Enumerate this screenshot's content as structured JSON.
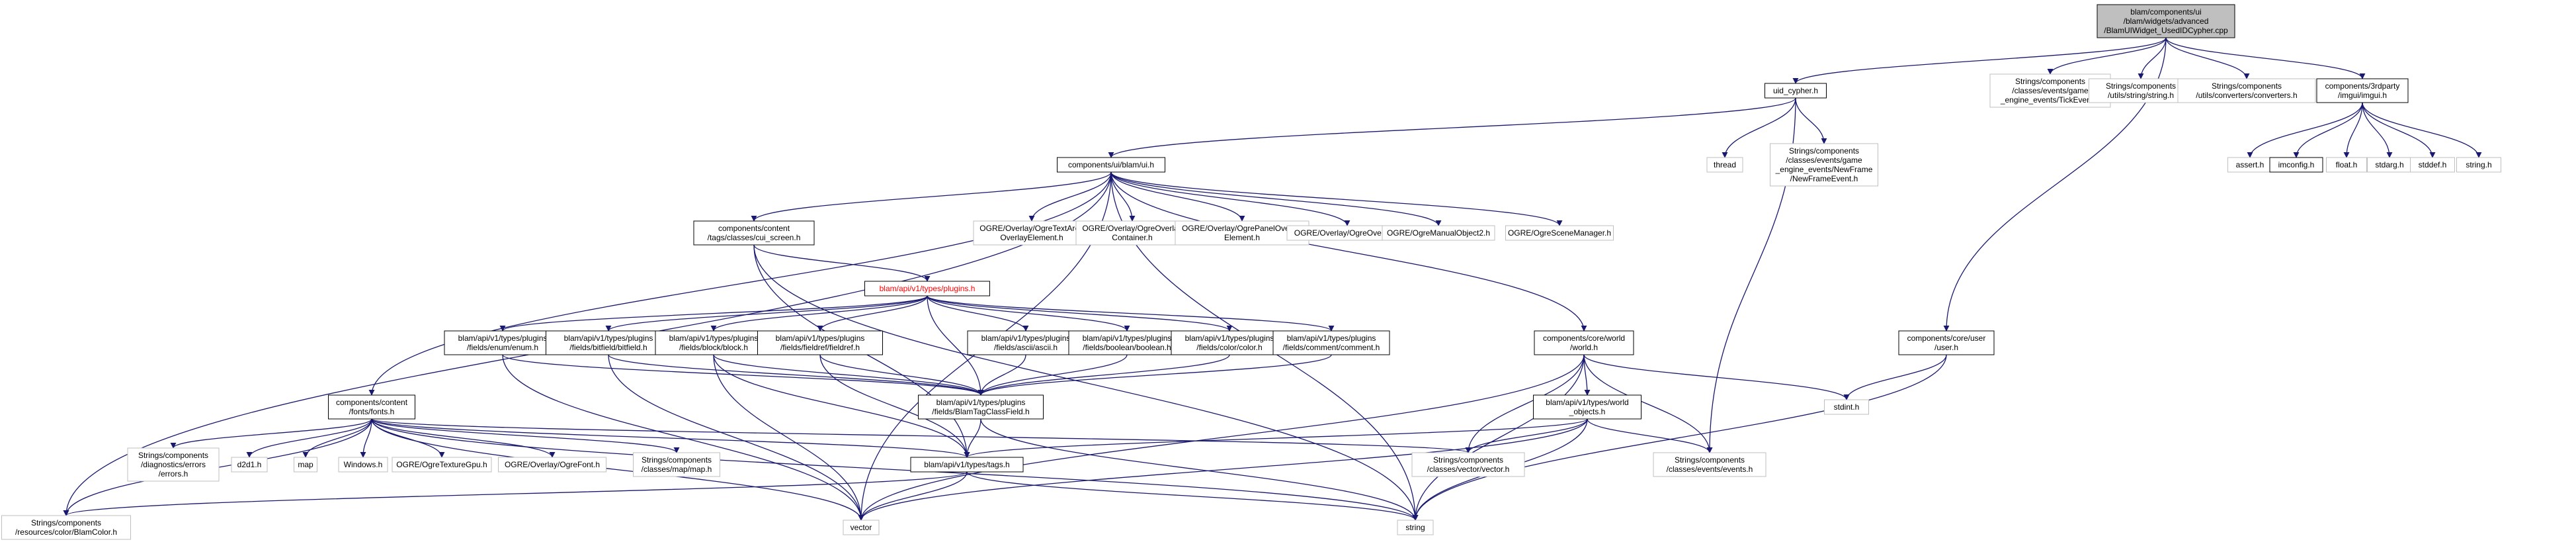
{
  "colors": {
    "edge": "#191970",
    "root_fill": "#bfbfbf",
    "node_border": "#000000",
    "external_border": "#bfbfbf",
    "incomplete_text": "#ff0000"
  },
  "nodes": [
    {
      "id": "root",
      "lines": [
        "blam/components/ui",
        "/blam/widgets/advanced",
        "/BlamUIWidget_UsedIDCypher.cpp"
      ],
      "style": "root"
    },
    {
      "id": "uid_cypher",
      "lines": [
        "uid_cypher.h"
      ],
      "style": "normal"
    },
    {
      "id": "tick_event",
      "lines": [
        "Strings/components",
        "/classes/events/game",
        "_engine_events/TickEvent.h"
      ],
      "style": "ext"
    },
    {
      "id": "string_h",
      "lines": [
        "Strings/components",
        "/utils/string/string.h"
      ],
      "style": "ext"
    },
    {
      "id": "converters",
      "lines": [
        "Strings/components",
        "/utils/converters/converters.h"
      ],
      "style": "ext"
    },
    {
      "id": "imgui",
      "lines": [
        "components/3rdparty",
        "/imgui/imgui.h"
      ],
      "style": "normal"
    },
    {
      "id": "thread",
      "lines": [
        "thread"
      ],
      "style": "ext"
    },
    {
      "id": "newframe",
      "lines": [
        "Strings/components",
        "/classes/events/game",
        "_engine_events/NewFrame",
        "/NewFrameEvent.h"
      ],
      "style": "ext"
    },
    {
      "id": "blam_ui",
      "lines": [
        "components/ui/blam/ui.h"
      ],
      "style": "normal"
    },
    {
      "id": "assert_h",
      "lines": [
        "assert.h"
      ],
      "style": "ext"
    },
    {
      "id": "imconfig",
      "lines": [
        "imconfig.h"
      ],
      "style": "normal"
    },
    {
      "id": "float_h",
      "lines": [
        "float.h"
      ],
      "style": "ext"
    },
    {
      "id": "stdarg",
      "lines": [
        "stdarg.h"
      ],
      "style": "ext"
    },
    {
      "id": "stddef",
      "lines": [
        "stddef.h"
      ],
      "style": "ext"
    },
    {
      "id": "string_dot_h",
      "lines": [
        "string.h"
      ],
      "style": "ext"
    },
    {
      "id": "cui_screen",
      "lines": [
        "components/content",
        "/tags/classes/cui_screen.h"
      ],
      "style": "normal"
    },
    {
      "id": "ogre_textarea",
      "lines": [
        "OGRE/Overlay/OgreTextArea",
        "OverlayElement.h"
      ],
      "style": "ext"
    },
    {
      "id": "ogre_container",
      "lines": [
        "OGRE/Overlay/OgreOverlay",
        "Container.h"
      ],
      "style": "ext"
    },
    {
      "id": "ogre_panel",
      "lines": [
        "OGRE/Overlay/OgrePanelOverlay",
        "Element.h"
      ],
      "style": "ext"
    },
    {
      "id": "ogre_overlay",
      "lines": [
        "OGRE/Overlay/OgreOverlay.h"
      ],
      "style": "ext"
    },
    {
      "id": "ogre_manual",
      "lines": [
        "OGRE/OgreManualObject2.h"
      ],
      "style": "ext"
    },
    {
      "id": "ogre_scene",
      "lines": [
        "OGRE/OgreSceneManager.h"
      ],
      "style": "ext"
    },
    {
      "id": "plugins",
      "lines": [
        "blam/api/v1/types/plugins.h"
      ],
      "style": "red"
    },
    {
      "id": "enum_h",
      "lines": [
        "blam/api/v1/types/plugins",
        "/fields/enum/enum.h"
      ],
      "style": "normal"
    },
    {
      "id": "bitfield",
      "lines": [
        "blam/api/v1/types/plugins",
        "/fields/bitfield/bitfield.h"
      ],
      "style": "normal"
    },
    {
      "id": "block",
      "lines": [
        "blam/api/v1/types/plugins",
        "/fields/block/block.h"
      ],
      "style": "normal"
    },
    {
      "id": "fieldref",
      "lines": [
        "blam/api/v1/types/plugins",
        "/fields/fieldref/fieldref.h"
      ],
      "style": "normal"
    },
    {
      "id": "ascii",
      "lines": [
        "blam/api/v1/types/plugins",
        "/fields/ascii/ascii.h"
      ],
      "style": "normal"
    },
    {
      "id": "boolean",
      "lines": [
        "blam/api/v1/types/plugins",
        "/fields/boolean/boolean.h"
      ],
      "style": "normal"
    },
    {
      "id": "color",
      "lines": [
        "blam/api/v1/types/plugins",
        "/fields/color/color.h"
      ],
      "style": "normal"
    },
    {
      "id": "comment",
      "lines": [
        "blam/api/v1/types/plugins",
        "/fields/comment/comment.h"
      ],
      "style": "normal"
    },
    {
      "id": "world",
      "lines": [
        "components/core/world",
        "/world.h"
      ],
      "style": "normal"
    },
    {
      "id": "core_user",
      "lines": [
        "components/core/user",
        "/user.h"
      ],
      "style": "normal"
    },
    {
      "id": "fonts",
      "lines": [
        "components/content",
        "/fonts/fonts.h"
      ],
      "style": "normal"
    },
    {
      "id": "blamtagclass",
      "lines": [
        "blam/api/v1/types/plugins",
        "/fields/BlamTagClassField.h"
      ],
      "style": "normal"
    },
    {
      "id": "world_objects",
      "lines": [
        "blam/api/v1/types/world",
        "_objects.h"
      ],
      "style": "normal"
    },
    {
      "id": "stdint",
      "lines": [
        "stdint.h"
      ],
      "style": "ext"
    },
    {
      "id": "errors",
      "lines": [
        "Strings/components",
        "/diagnostics/errors",
        "/errors.h"
      ],
      "style": "ext"
    },
    {
      "id": "d2d1",
      "lines": [
        "d2d1.h"
      ],
      "style": "ext"
    },
    {
      "id": "map",
      "lines": [
        "map"
      ],
      "style": "ext"
    },
    {
      "id": "windows",
      "lines": [
        "Windows.h"
      ],
      "style": "ext"
    },
    {
      "id": "ogre_texgpu",
      "lines": [
        "OGRE/OgreTextureGpu.h"
      ],
      "style": "ext"
    },
    {
      "id": "ogre_font",
      "lines": [
        "OGRE/Overlay/OgreFont.h"
      ],
      "style": "ext"
    },
    {
      "id": "map_h",
      "lines": [
        "Strings/components",
        "/classes/map/map.h"
      ],
      "style": "ext"
    },
    {
      "id": "vector_h",
      "lines": [
        "Strings/components",
        "/classes/vector/vector.h"
      ],
      "style": "ext"
    },
    {
      "id": "events_h",
      "lines": [
        "Strings/components",
        "/classes/events/events.h"
      ],
      "style": "ext"
    },
    {
      "id": "tags",
      "lines": [
        "blam/api/v1/types/tags.h"
      ],
      "style": "normal"
    },
    {
      "id": "blamcolor",
      "lines": [
        "Strings/components",
        "/resources/color/BlamColor.h"
      ],
      "style": "ext"
    },
    {
      "id": "vector",
      "lines": [
        "vector"
      ],
      "style": "ext"
    },
    {
      "id": "string",
      "lines": [
        "string"
      ],
      "style": "ext"
    }
  ],
  "edges": [
    [
      "root",
      "uid_cypher"
    ],
    [
      "root",
      "tick_event"
    ],
    [
      "root",
      "string_h"
    ],
    [
      "root",
      "converters"
    ],
    [
      "root",
      "imgui"
    ],
    [
      "root",
      "core_user"
    ],
    [
      "uid_cypher",
      "thread"
    ],
    [
      "uid_cypher",
      "newframe"
    ],
    [
      "uid_cypher",
      "blam_ui"
    ],
    [
      "uid_cypher",
      "events_h"
    ],
    [
      "imgui",
      "assert_h"
    ],
    [
      "imgui",
      "imconfig"
    ],
    [
      "imgui",
      "float_h"
    ],
    [
      "imgui",
      "stdarg"
    ],
    [
      "imgui",
      "stddef"
    ],
    [
      "imgui",
      "string_dot_h"
    ],
    [
      "blam_ui",
      "cui_screen"
    ],
    [
      "blam_ui",
      "ogre_textarea"
    ],
    [
      "blam_ui",
      "ogre_container"
    ],
    [
      "blam_ui",
      "ogre_panel"
    ],
    [
      "blam_ui",
      "ogre_overlay"
    ],
    [
      "blam_ui",
      "ogre_manual"
    ],
    [
      "blam_ui",
      "ogre_scene"
    ],
    [
      "blam_ui",
      "fonts"
    ],
    [
      "blam_ui",
      "world"
    ],
    [
      "blam_ui",
      "string"
    ],
    [
      "blam_ui",
      "vector"
    ],
    [
      "blam_ui",
      "blamcolor"
    ],
    [
      "cui_screen",
      "plugins"
    ],
    [
      "cui_screen",
      "tags"
    ],
    [
      "cui_screen",
      "string"
    ],
    [
      "plugins",
      "enum_h"
    ],
    [
      "plugins",
      "bitfield"
    ],
    [
      "plugins",
      "block"
    ],
    [
      "plugins",
      "fieldref"
    ],
    [
      "plugins",
      "ascii"
    ],
    [
      "plugins",
      "boolean"
    ],
    [
      "plugins",
      "color"
    ],
    [
      "plugins",
      "comment"
    ],
    [
      "plugins",
      "blamtagclass"
    ],
    [
      "enum_h",
      "blamtagclass"
    ],
    [
      "enum_h",
      "vector"
    ],
    [
      "bitfield",
      "blamtagclass"
    ],
    [
      "bitfield",
      "vector"
    ],
    [
      "block",
      "blamtagclass"
    ],
    [
      "block",
      "vector"
    ],
    [
      "block",
      "tags"
    ],
    [
      "fieldref",
      "blamtagclass"
    ],
    [
      "fieldref",
      "tags"
    ],
    [
      "ascii",
      "blamtagclass"
    ],
    [
      "boolean",
      "blamtagclass"
    ],
    [
      "color",
      "blamtagclass"
    ],
    [
      "comment",
      "blamtagclass"
    ],
    [
      "blamtagclass",
      "tags"
    ],
    [
      "blamtagclass",
      "string"
    ],
    [
      "world",
      "world_objects"
    ],
    [
      "world",
      "stdint"
    ],
    [
      "world",
      "vector_h"
    ],
    [
      "world",
      "events_h"
    ],
    [
      "world",
      "vector"
    ],
    [
      "world",
      "string"
    ],
    [
      "world_objects",
      "tags"
    ],
    [
      "world_objects",
      "vector_h"
    ],
    [
      "world_objects",
      "events_h"
    ],
    [
      "world_objects",
      "vector"
    ],
    [
      "world_objects",
      "string"
    ],
    [
      "core_user",
      "stdint"
    ],
    [
      "core_user",
      "string"
    ],
    [
      "fonts",
      "errors"
    ],
    [
      "fonts",
      "d2d1"
    ],
    [
      "fonts",
      "map"
    ],
    [
      "fonts",
      "windows"
    ],
    [
      "fonts",
      "ogre_texgpu"
    ],
    [
      "fonts",
      "ogre_font"
    ],
    [
      "fonts",
      "map_h"
    ],
    [
      "fonts",
      "vector_h"
    ],
    [
      "fonts",
      "tags"
    ],
    [
      "fonts",
      "blamcolor"
    ],
    [
      "fonts",
      "vector"
    ],
    [
      "fonts",
      "string"
    ],
    [
      "tags",
      "blamcolor"
    ],
    [
      "tags",
      "vector"
    ],
    [
      "tags",
      "string"
    ]
  ]
}
